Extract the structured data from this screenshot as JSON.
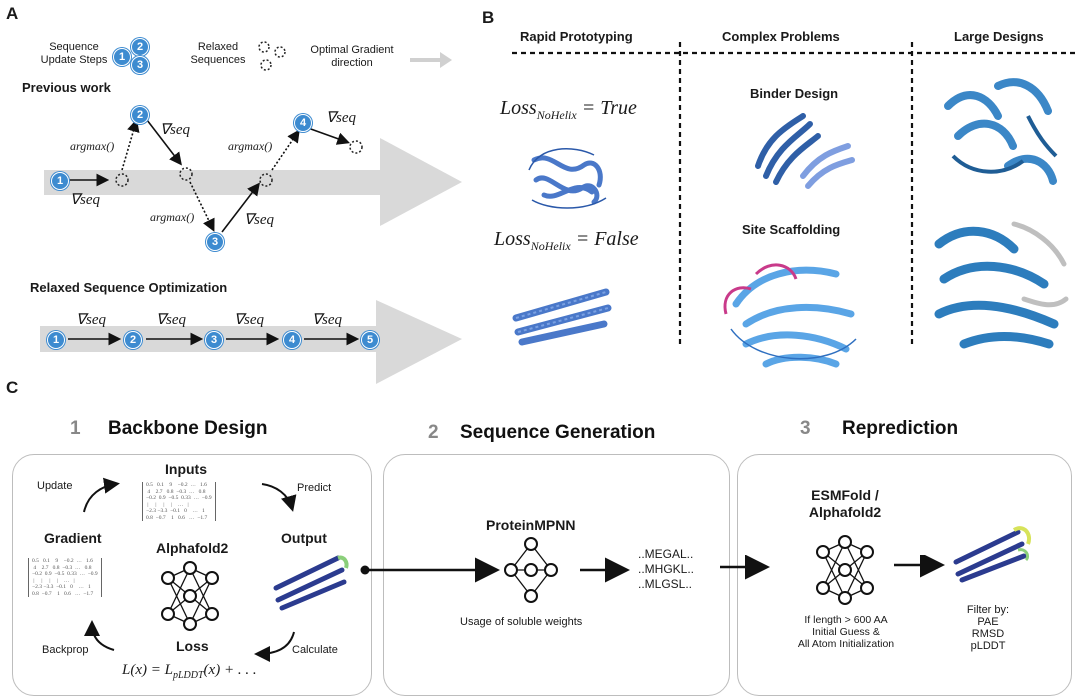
{
  "panel_a": {
    "letter": "A",
    "legend": {
      "steps_label": "Sequence\nUpdate Steps",
      "steps_nums": [
        "1",
        "2",
        "3"
      ],
      "relaxed_label": "Relaxed\nSequences",
      "gradient_label": "Optimal Gradient\ndirection"
    },
    "previous_work": {
      "title": "Previous work",
      "labels": [
        "∇seq",
        "argmax()",
        "∇seq",
        "argmax()",
        "∇seq",
        "argmax()",
        "∇seq"
      ],
      "nums": [
        "1",
        "2",
        "3",
        "4"
      ]
    },
    "relaxed": {
      "title": "Relaxed Sequence Optimization",
      "labels": [
        "∇seq",
        "∇seq",
        "∇seq",
        "∇seq"
      ],
      "nums": [
        "1",
        "2",
        "3",
        "4",
        "5"
      ]
    }
  },
  "panel_b": {
    "letter": "B",
    "headers": [
      "Rapid Prototyping",
      "Complex Problems",
      "Large Designs"
    ],
    "loss_true_main": "Loss",
    "loss_true_sub": "NoHelix",
    "loss_true_val": "= True",
    "loss_false_main": "Loss",
    "loss_false_sub": "NoHelix",
    "loss_false_val": "= False",
    "binder": "Binder Design",
    "scaffold": "Site Scaffolding"
  },
  "panel_c": {
    "letter": "C",
    "step1": {
      "num": "1",
      "title": "Backbone Design"
    },
    "step2": {
      "num": "2",
      "title": "Sequence Generation"
    },
    "step3": {
      "num": "3",
      "title": "Reprediction"
    },
    "inputs": "Inputs",
    "update": "Update",
    "predict": "Predict",
    "gradient": "Gradient",
    "alphafold": "Alphafold2",
    "output": "Output",
    "loss": "Loss",
    "backprop": "Backprop",
    "calculate": "Calculate",
    "loss_eq_left": "L(x) = L",
    "loss_eq_sub": "pLDDT",
    "loss_eq_right": "(x) + . . .",
    "matrix_text": "0.5   0.1    9    −0.2  …   1.6\n 4    2.7   0.8  −0.3  …   0.8\n−0.2  0.9  −0.5  0.33  …  −0.9\n |     |     |     |    …   |\n−2.3 −3.3  −0.1   0    …   1\n0.8  −0.7    1   0.6   …  −1.7",
    "proteinmpnn": "ProteinMPNN",
    "soluble": "Usage of soluble weights",
    "seqs": [
      "..MEGAL..",
      "..MHGKL..",
      "..MLGSL.."
    ],
    "esmfold": "ESMFold /\nAlphafold2",
    "note": "If length > 600 AA\nInitial Guess &\nAll Atom Initialization",
    "filter": "Filter by:\nPAE\nRMSD\npLDDT"
  },
  "colors": {
    "accent": "#3d8bd0",
    "arrow_gray": "#d9d9d9",
    "box_border": "#bdbdbd"
  }
}
